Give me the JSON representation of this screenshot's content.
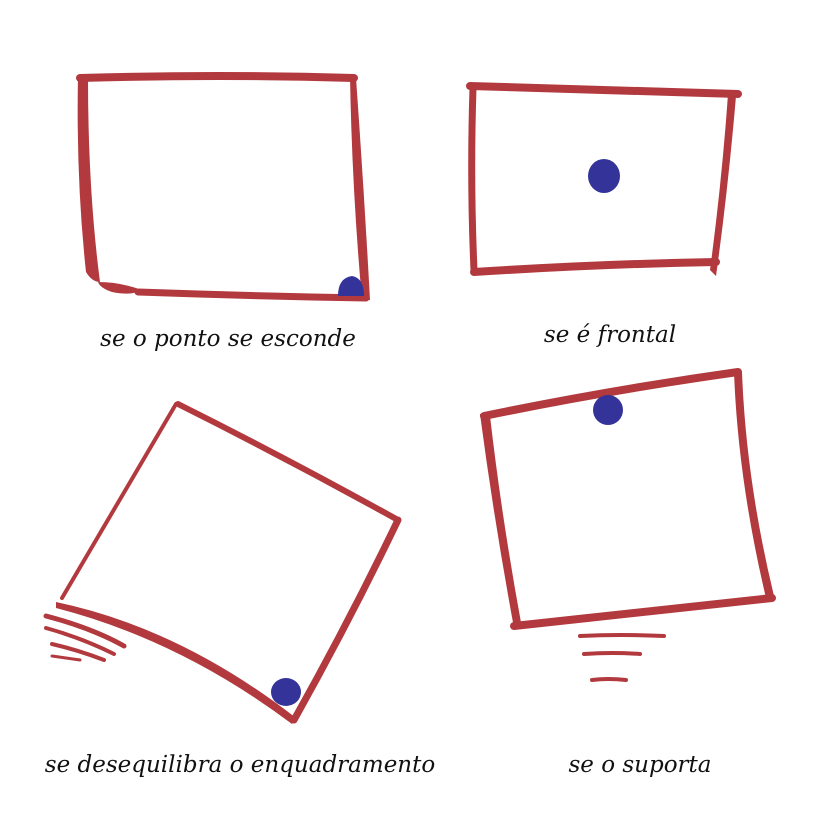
{
  "colors": {
    "frame": "#b23a3e",
    "dot": "#333399",
    "text": "#111111",
    "background": "#ffffff"
  },
  "panels": [
    {
      "caption": "se o ponto se esconde"
    },
    {
      "caption": "se é frontal"
    },
    {
      "caption": "se desequilibra o enquadramento"
    },
    {
      "caption": "se o suporta"
    }
  ]
}
